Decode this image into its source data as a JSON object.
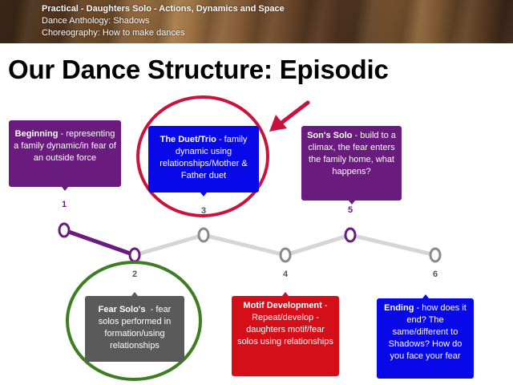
{
  "header": {
    "line1": "Practical - Daughters Solo - Actions, Dynamics and Space",
    "line2": "Dance Anthology: Shadows",
    "line3": "Choreography: How to make dances"
  },
  "page_title": "Our Dance Structure: Episodic",
  "colors": {
    "purple": "#6a1b7e",
    "blue": "#0808e8",
    "gray_box": "#5a5a5a",
    "red_box": "#d40f1a",
    "highlight_red": "#c8143c",
    "highlight_green": "#3e7d22",
    "line_gray": "#d6d6d6"
  },
  "timeline": {
    "numbers": [
      "1",
      "2",
      "3",
      "4",
      "5",
      "6"
    ],
    "boxes": {
      "beginning": {
        "title": "Beginning",
        "text": " - representing a family dynamic/in fear of an outside force"
      },
      "duet": {
        "title": "The Duet/Trio",
        "text": " - family dynamic using relationships/Mother & Father duet"
      },
      "son": {
        "title": "Son's Solo",
        "text": " - build to a climax, the fear enters the family home, what happens?"
      },
      "fear": {
        "title": "Fear Solo's",
        "text": "  - fear solos performed in formation/using relationships"
      },
      "motif": {
        "title": "Motif Development",
        "text": " - Repeat/develop - daughters motif/fear solos using relationships"
      },
      "ending": {
        "title": "Ending",
        "text": " - how does it end? The same/different to Shadows? How do you face your fear"
      }
    }
  }
}
